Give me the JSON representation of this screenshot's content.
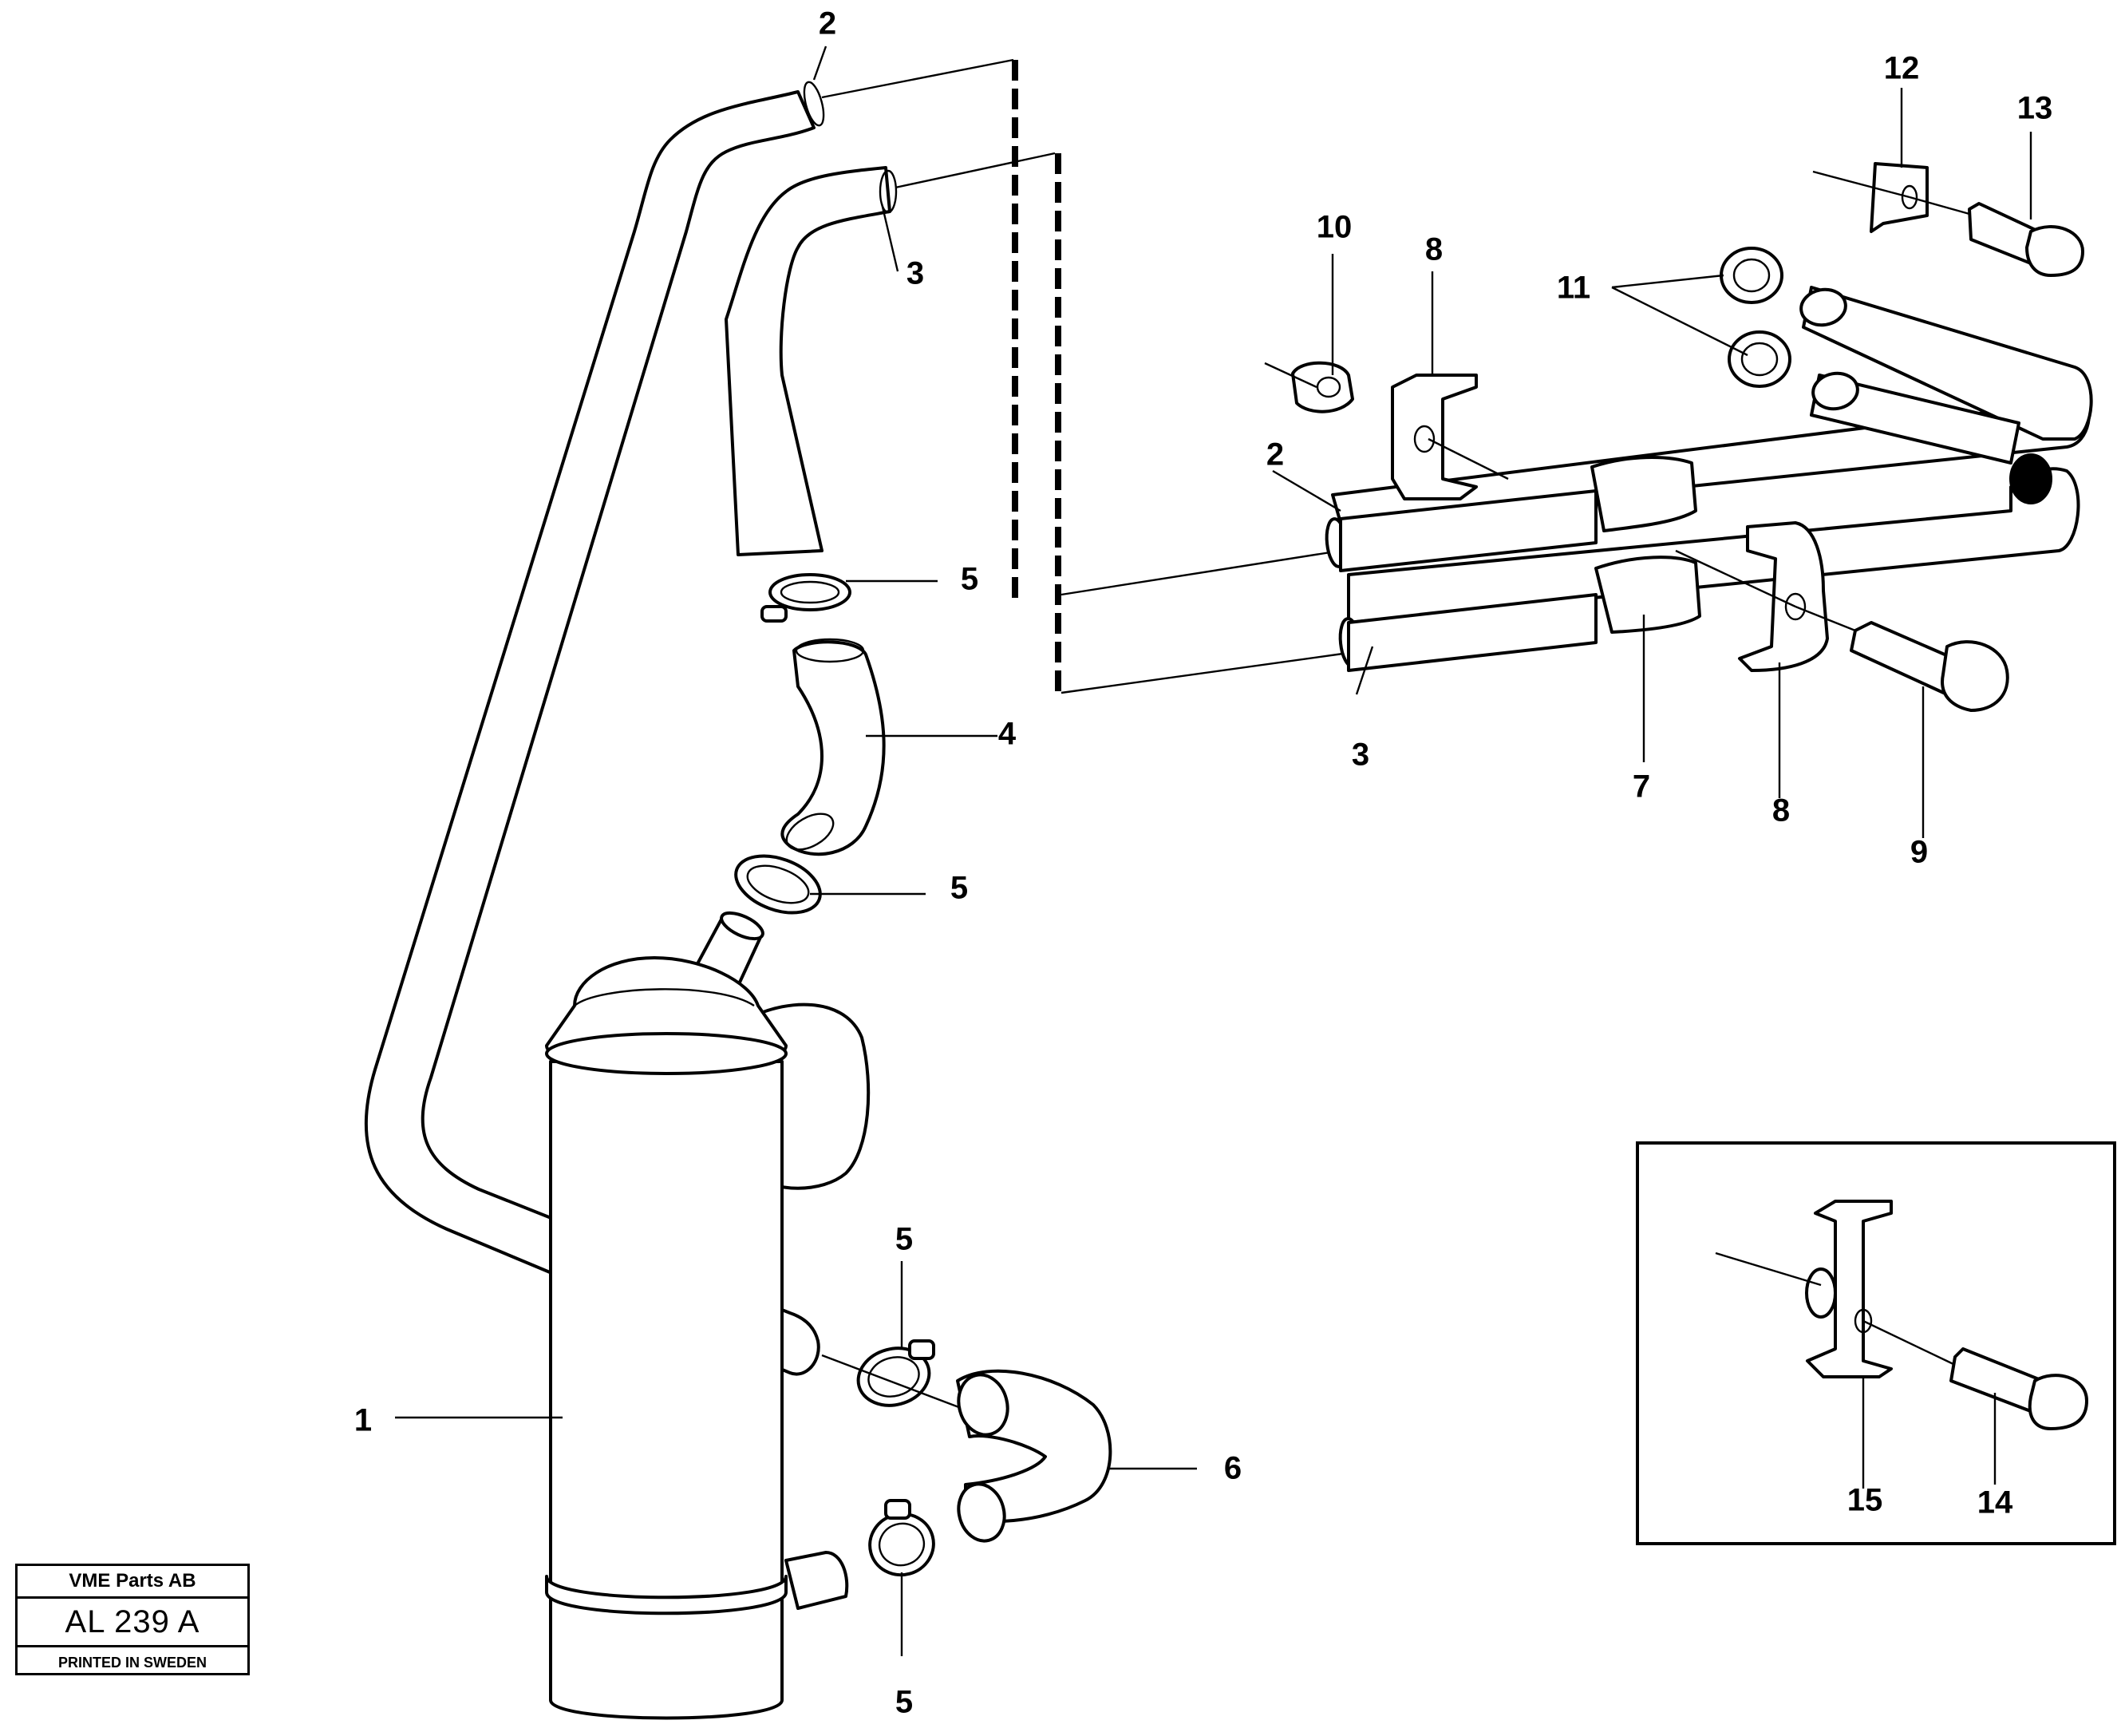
{
  "diagram": {
    "callouts": {
      "c1": "1",
      "c2_top": "2",
      "c2_mid": "2",
      "c3_top": "3",
      "c3_bottom": "3",
      "c4": "4",
      "c5_a": "5",
      "c5_b": "5",
      "c5_c": "5",
      "c5_d": "5",
      "c6": "6",
      "c7": "7",
      "c8_top": "8",
      "c8_bottom": "8",
      "c9": "9",
      "c10": "10",
      "c11": "11",
      "c12": "12",
      "c13": "13",
      "c14": "14",
      "c15": "15"
    }
  },
  "stamp": {
    "company": "VME Parts AB",
    "code": "AL 239 A",
    "printed": "PRINTED IN SWEDEN"
  }
}
